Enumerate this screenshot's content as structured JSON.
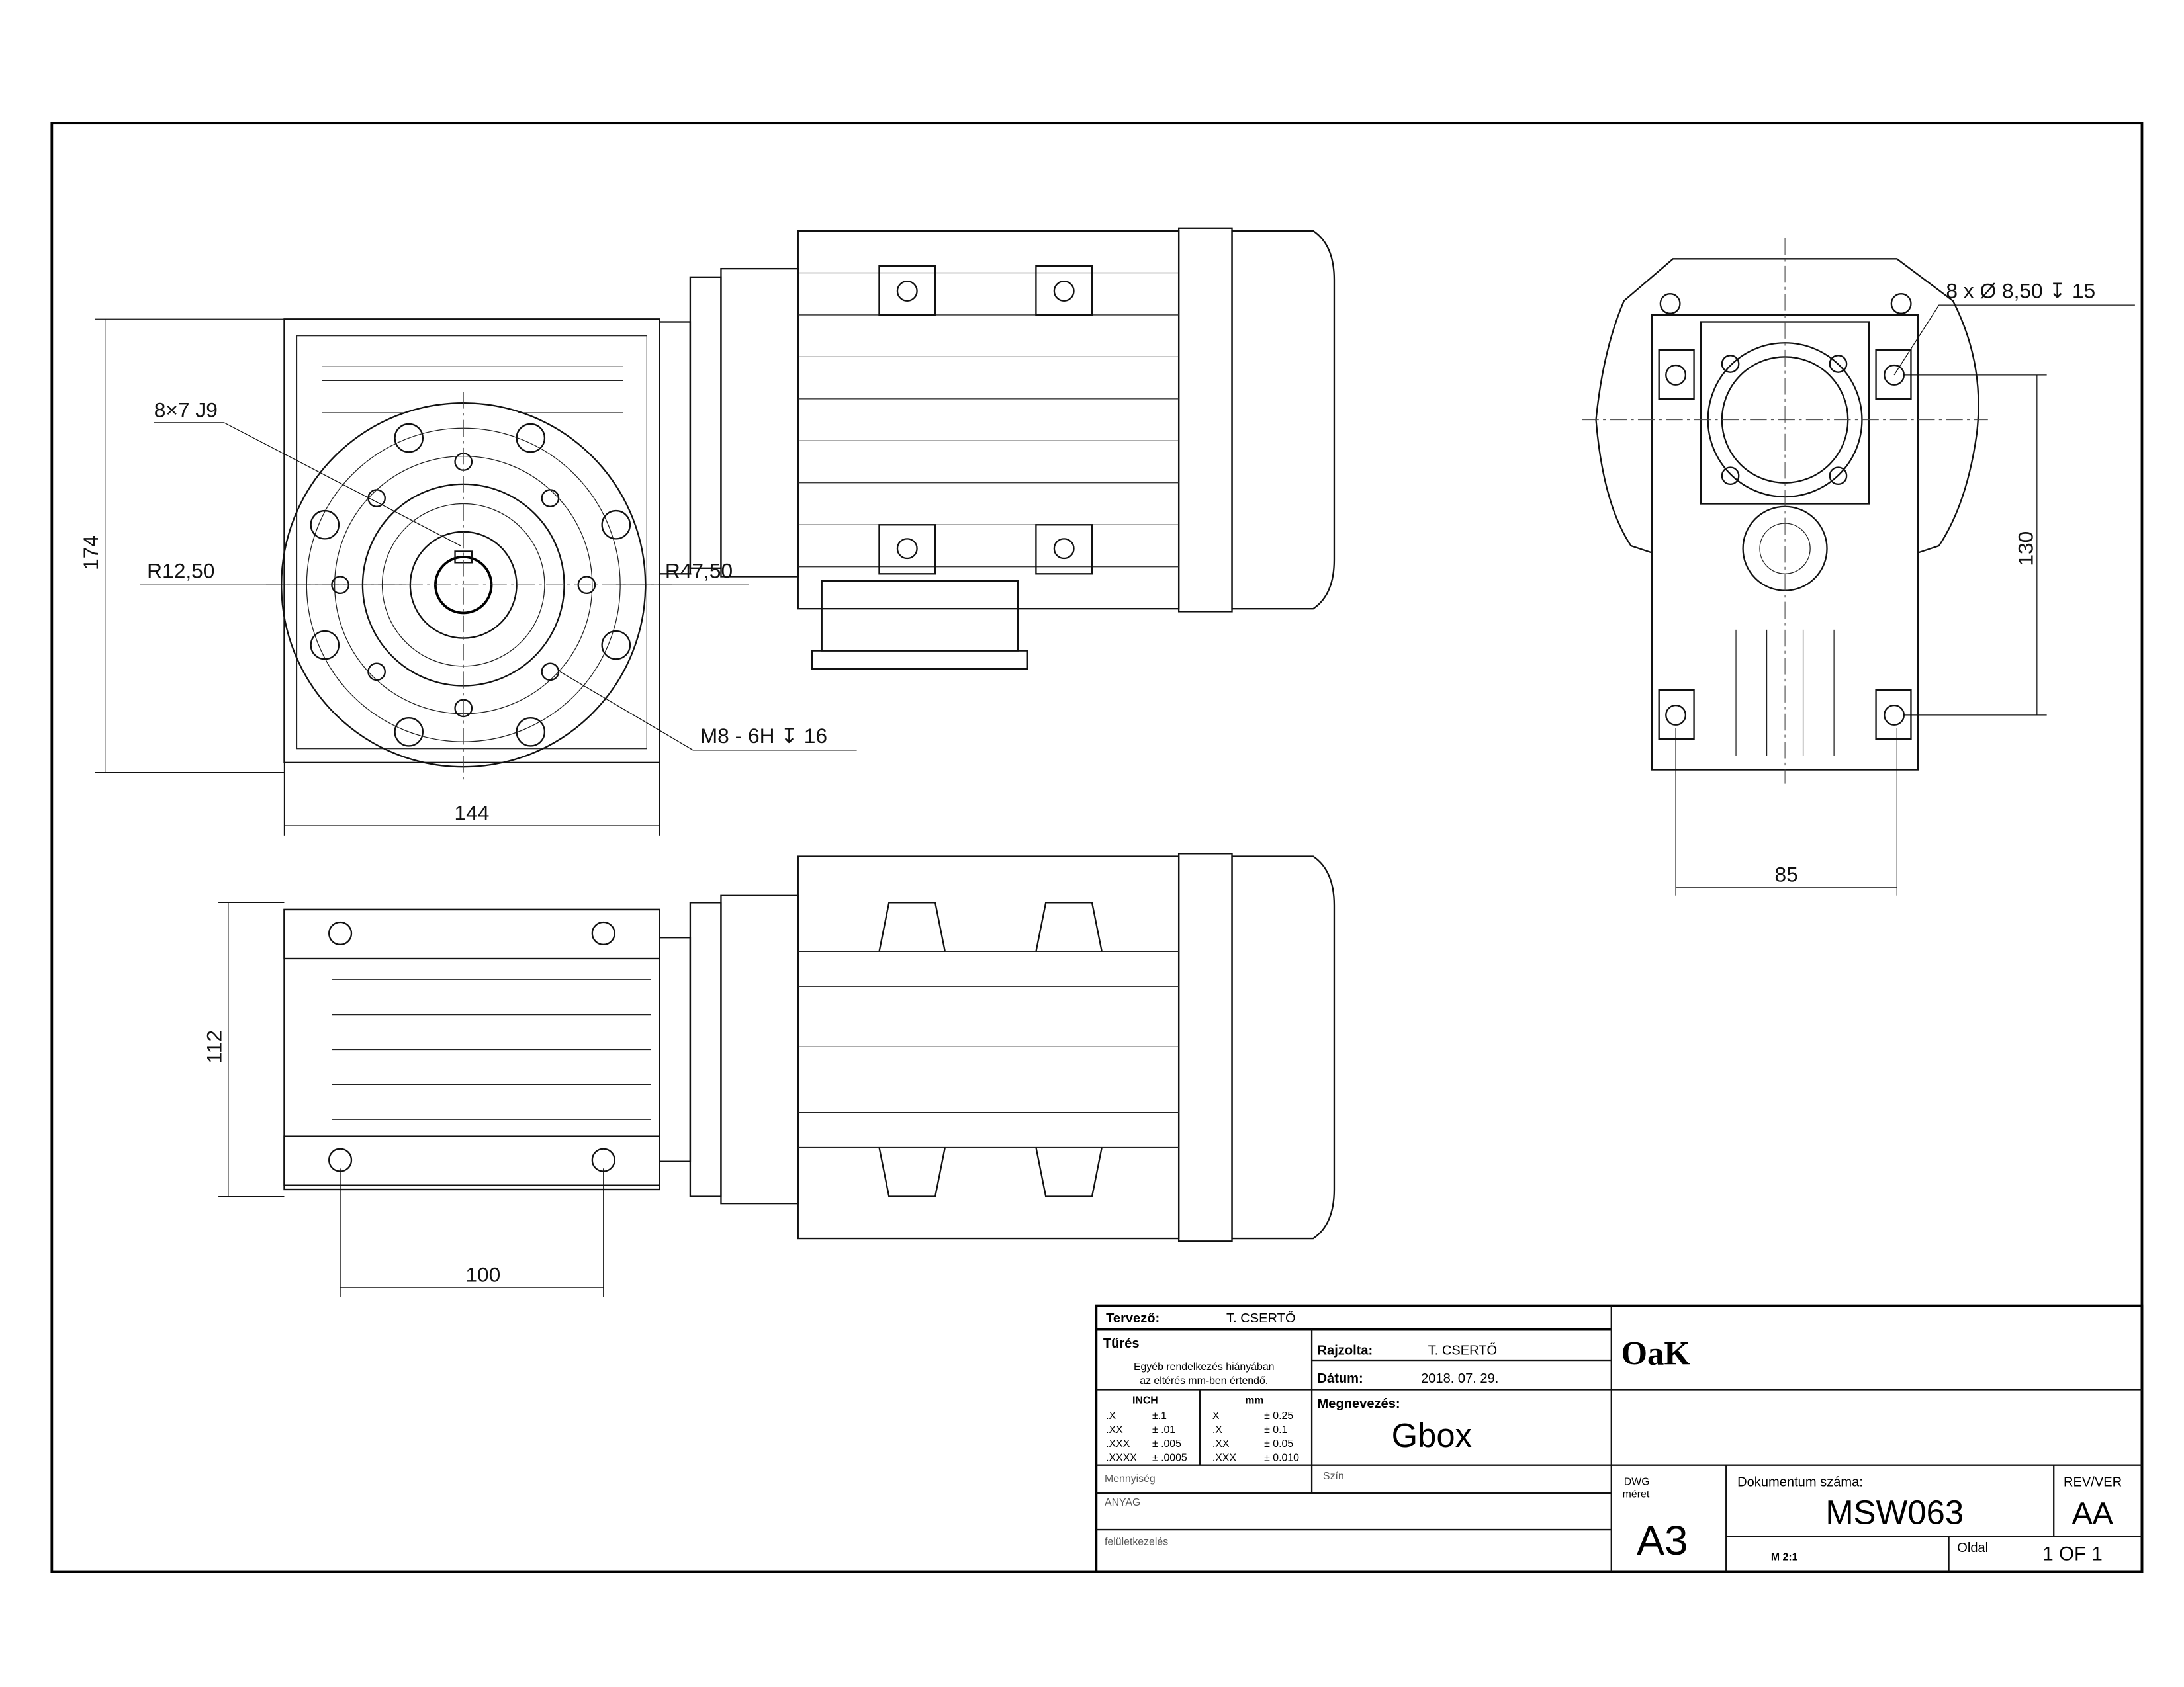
{
  "dimensions": {
    "front_height": "174",
    "front_width": "144",
    "keyway": "8×7 J9",
    "inner_radius": "R12,50",
    "outer_radius": "R47,50",
    "thread": "M8 - 6H ↧ 16",
    "side_holes": "8 x Ø 8,50 ↧ 15",
    "side_height": "130",
    "side_width": "85",
    "bottom_height": "112",
    "bottom_width": "100"
  },
  "title_block": {
    "designer_label": "Tervező:",
    "designer": "T. CSERTŐ",
    "tolerance_label": "Tűrés",
    "tolerance_note_1": "Egyéb rendelkezés hiányában",
    "tolerance_note_2": "az eltérés mm-ben értendő.",
    "inch_header": "INCH",
    "mm_header": "mm",
    "inch_rows": [
      [
        ".X",
        "±.1"
      ],
      [
        ".XX",
        "± .01"
      ],
      [
        ".XXX",
        "± .005"
      ],
      [
        ".XXXX",
        "± .0005"
      ]
    ],
    "mm_rows": [
      [
        "X",
        "± 0.25"
      ],
      [
        ".X",
        "± 0.1"
      ],
      [
        ".XX",
        "± 0.05"
      ],
      [
        ".XXX",
        "± 0.010"
      ]
    ],
    "drawn_by_label": "Rajzolta:",
    "drawn_by": "T. CSERTŐ",
    "date_label": "Dátum:",
    "date": "2018. 07. 29.",
    "name_label": "Megnevezés:",
    "name": "Gbox",
    "company": "OaK",
    "quantity_label": "Mennyiség",
    "color_label": "Szín",
    "material_label": "ANYAG",
    "surface_label": "felületkezelés",
    "dwg_size_label_1": "DWG",
    "dwg_size_label_2": "méret",
    "dwg_size": "A3",
    "doc_number_label": "Dokumentum száma:",
    "doc_number": "MSW063",
    "rev_label": "REV/VER",
    "rev": "AA",
    "scale": "M 2:1",
    "sheet_label": "Oldal",
    "sheet": "1 OF 1"
  }
}
